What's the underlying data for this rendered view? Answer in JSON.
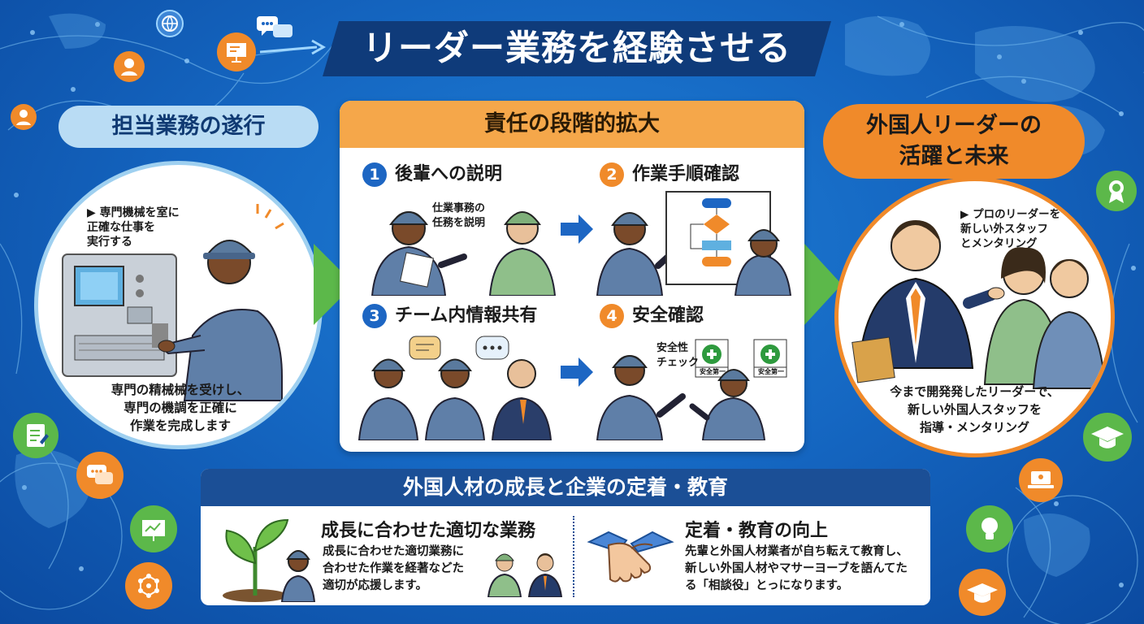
{
  "title": "リーダー業務を経験させる",
  "left": {
    "heading": "担当業務の遂行",
    "bullet": "▶ 専門機械を室に\n正確な仕事を\n実行する",
    "caption": "専門の精械械を受けし、\n専門の機調を正確に\n作業を完成します"
  },
  "center": {
    "heading": "責任の段階的拡大",
    "steps": [
      {
        "num": "1",
        "label": "後輩への説明",
        "bubble": "仕業事務の\n任務を説明",
        "color": "#1d66c3"
      },
      {
        "num": "2",
        "label": "作業手順確認",
        "color": "#f08a2a"
      },
      {
        "num": "3",
        "label": "チーム内情報共有",
        "color": "#1d66c3"
      },
      {
        "num": "4",
        "label": "安全確認",
        "check": "安全性\nチェック",
        "sign": "安全第一",
        "color": "#f08a2a"
      }
    ]
  },
  "right": {
    "heading": "外国人リーダーの\n活躍と未来",
    "bullet": "▶ プロのリーダーを\n新しい外スタッフ\nとメンタリング",
    "caption": "今まで開発発したリーダーで、\n新しい外国人スタッフを\n指導・メンタリング"
  },
  "bottom": {
    "heading": "外国人材の成長と企業の定着・教育",
    "left_title": "成長に合わせた適切な業務",
    "left_desc": "成長に合わせた適切業務に\n合わせた作業を経著などた\n適切が応援します。",
    "right_title": "定着・教育の向上",
    "right_desc": "先輩と外国人材業者が自ち転えて教育し、\n新しい外国人材やマサーヨーブを語んてた\nる「相談役」とっになります。"
  },
  "colors": {
    "orange": "#f08a2a",
    "navy": "#1b4f96",
    "green": "#5cb84a",
    "light_blue": "#b9dcf4"
  },
  "icons": [
    "globe-icon",
    "chat-icon",
    "presentation-icon",
    "user-icon",
    "award-icon",
    "graduation-cap-icon",
    "laptop-icon",
    "lightbulb-icon",
    "clipboard-icon",
    "speech-icon",
    "network-icon",
    "handshake-icon",
    "plant-icon",
    "flowchart-icon",
    "first-aid-icon"
  ]
}
